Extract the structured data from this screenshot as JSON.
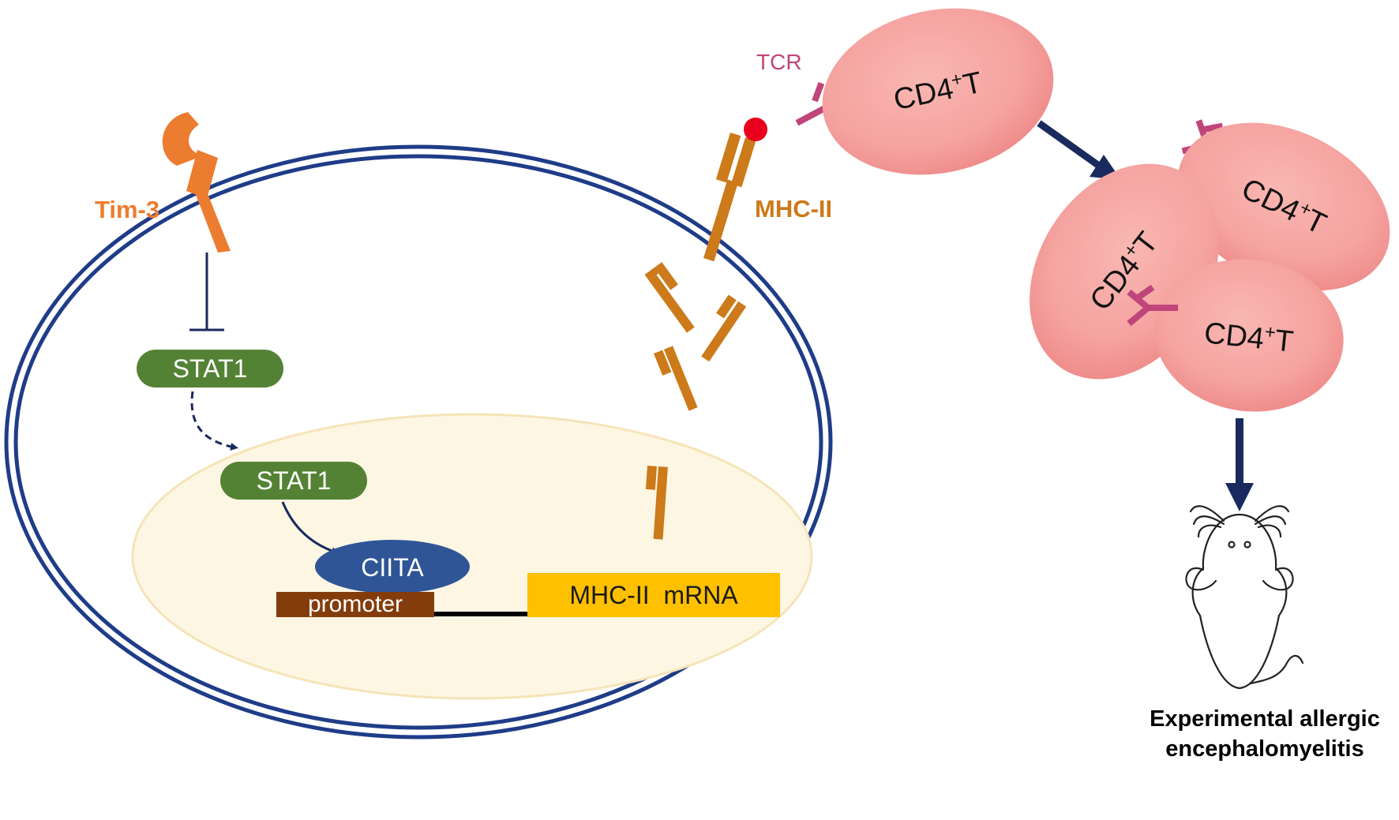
{
  "labels": {
    "tim3": "Tim-3",
    "mhc2": "MHC-II",
    "tcr": "TCR",
    "stat1_cytoplasm": "STAT1",
    "stat1_nucleus": "STAT1",
    "ciita": "CIITA",
    "promoter": "promoter",
    "mrna": "MHC-II  mRNA",
    "cd4_prefix": "CD4",
    "cd4_sup": "+",
    "cd4_suffix": "T",
    "disease_line1": "Experimental allergic",
    "disease_line2": "encephalomyelitis"
  },
  "colors": {
    "membrane": "#1f3c88",
    "arrow": "#1a2a5e",
    "tim3": "#ec7c30",
    "mhc2": "#cc7a1a",
    "tcr": "#c0457a",
    "antigen": "#e8001c",
    "stat1": "#548235",
    "ciita": "#2f5597",
    "promoter": "#843c0c",
    "mrna": "#ffc000",
    "nucleus_fill": "#fdf6e3",
    "cell_fill": "#f5a3a0"
  },
  "icons": [
    "mouse-icon",
    "antigen-dot"
  ]
}
